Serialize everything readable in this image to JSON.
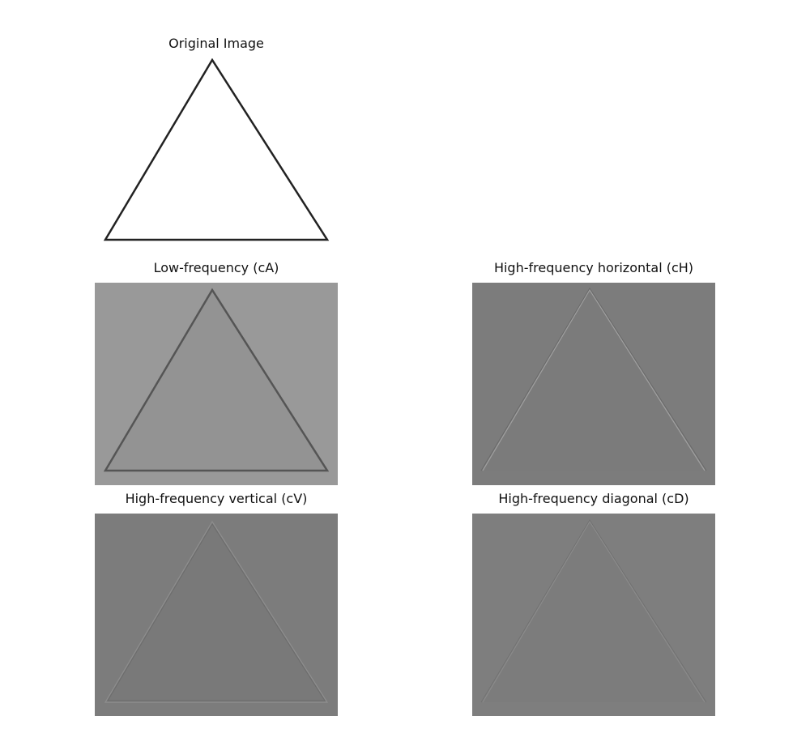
{
  "panels": [
    {
      "id": "original",
      "title": "Original Image",
      "background": "#ffffff",
      "stroke": "#222222",
      "stroke_style": "outline"
    },
    {
      "id": "ca",
      "title": "Low-frequency (cA)",
      "background": "#999999",
      "fill": "#939393",
      "stroke": "#555555",
      "stroke_style": "outline"
    },
    {
      "id": "ch",
      "title": "High-frequency horizontal (cH)",
      "background": "#7c7c7c",
      "fill": "#7b7b7b",
      "stroke": "#9a9a9a",
      "stroke_style": "sides"
    },
    {
      "id": "cv",
      "title": "High-frequency vertical (cV)",
      "background": "#7c7c7c",
      "fill": "#797979",
      "stroke": "#8e8e8e",
      "stroke_style": "outline"
    },
    {
      "id": "cd",
      "title": "High-frequency diagonal (cD)",
      "background": "#7e7e7e",
      "fill": "#7c7c7c",
      "stroke": "#8c8c8c",
      "stroke_style": "sides"
    }
  ]
}
